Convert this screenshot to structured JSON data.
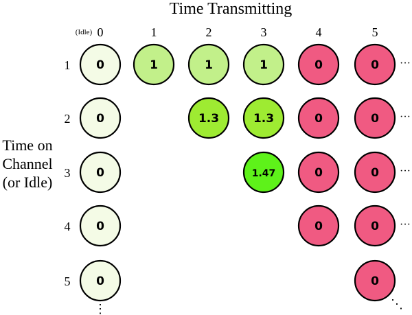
{
  "title": "Time Transmitting",
  "idle_label": "(Idle)",
  "y_axis_label": [
    "Time on",
    "Channel",
    "(or Idle)"
  ],
  "col_labels": [
    "0",
    "1",
    "2",
    "3",
    "4",
    "5"
  ],
  "row_labels": [
    "1",
    "2",
    "3",
    "4",
    "5"
  ],
  "ellipsis_right": "···",
  "ellipsis_bottom": "⋮",
  "ellipsis_diag": "⋱",
  "colors": {
    "pale": "#f4fbe6",
    "light_green": "#c2f08a",
    "mid_green": "#9eeb32",
    "bright_green": "#5ef21a",
    "pink": "#f05a82"
  },
  "grid": [
    [
      "0",
      "1",
      "1",
      "1",
      "0",
      "0"
    ],
    [
      "0",
      null,
      "1.3",
      "1.3",
      "0",
      "0"
    ],
    [
      "0",
      null,
      null,
      "1.47",
      "0",
      "0"
    ],
    [
      "0",
      null,
      null,
      null,
      "0",
      "0"
    ],
    [
      "0",
      null,
      null,
      null,
      null,
      "0"
    ]
  ],
  "grid_colors": [
    [
      "pale",
      "light_green",
      "light_green",
      "light_green",
      "pink",
      "pink"
    ],
    [
      "pale",
      null,
      "mid_green",
      "mid_green",
      "pink",
      "pink"
    ],
    [
      "pale",
      null,
      null,
      "bright_green",
      "pink",
      "pink"
    ],
    [
      "pale",
      null,
      null,
      null,
      "pink",
      "pink"
    ],
    [
      "pale",
      null,
      null,
      null,
      null,
      "pink"
    ]
  ]
}
